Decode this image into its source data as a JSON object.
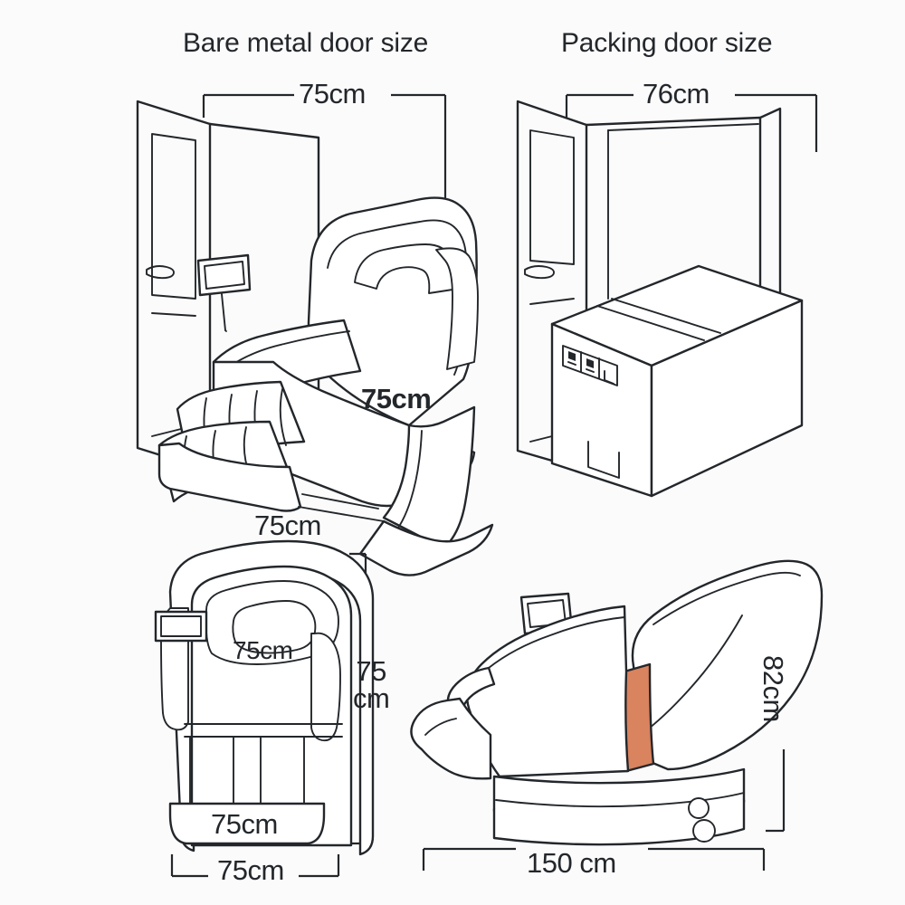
{
  "page": {
    "background_color": "#fbfbfb",
    "line_color": "#23272b",
    "accent_color": "#d9835f"
  },
  "panels": {
    "top_left": {
      "title": "Bare metal door size",
      "width_label": "75cm",
      "chair_depth_label": "75cm",
      "scene": "massage-chair-in-open-doorway"
    },
    "top_right": {
      "title": "Packing door size",
      "width_label": "76cm",
      "scene": "packing-carton-in-open-doorway"
    },
    "bottom_left": {
      "top_label": "75cm",
      "inner_label": "75cm",
      "seat_label": "75cm",
      "bottom_label": "75cm",
      "height_label_line1": "75",
      "height_label_line2": "cm",
      "scene": "massage-chair-front-view"
    },
    "bottom_right": {
      "height_label": "82cm",
      "length_label": "150 cm",
      "scene": "massage-chair-side-view"
    }
  }
}
